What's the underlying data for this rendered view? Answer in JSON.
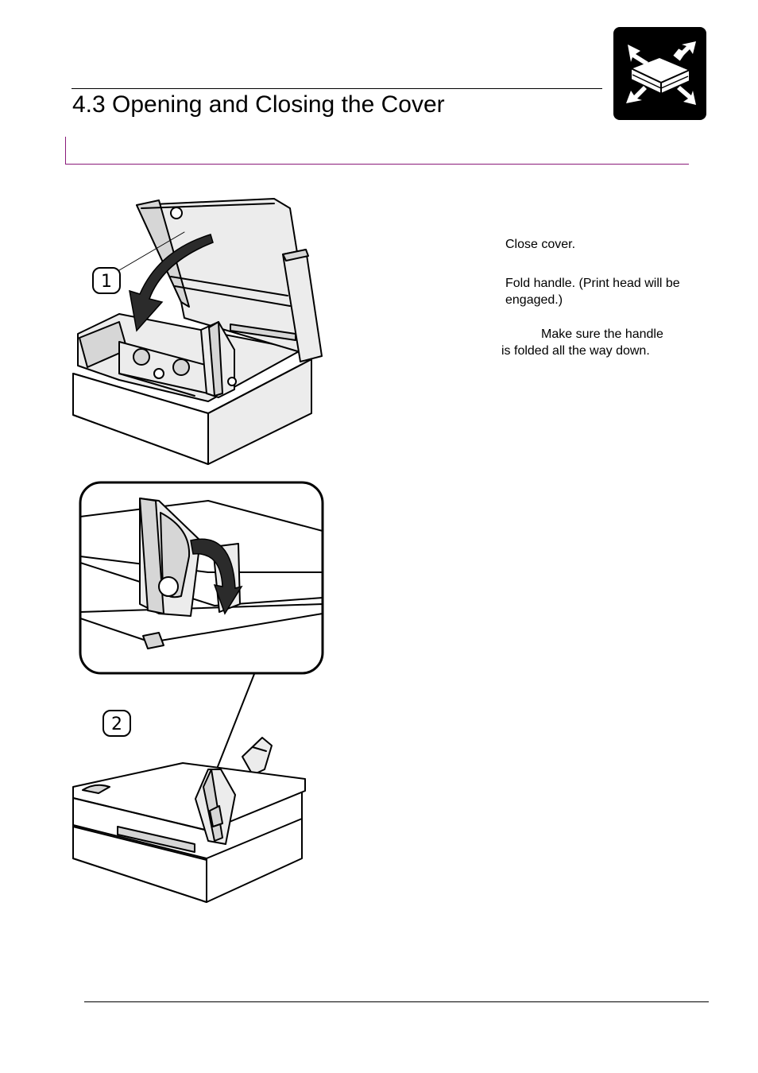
{
  "header": {
    "title": "4.3 Opening and Closing the Cover"
  },
  "icons": {
    "chapter_icon": "printer-cover-closing-icon"
  },
  "figure": {
    "callouts": [
      "1",
      "2"
    ]
  },
  "steps": [
    {
      "text": "Close cover."
    },
    {
      "text": "Fold handle. (Print head will be engaged.)"
    }
  ],
  "note": {
    "line1": "Make sure the handle",
    "line2": "is folded all the way down."
  }
}
